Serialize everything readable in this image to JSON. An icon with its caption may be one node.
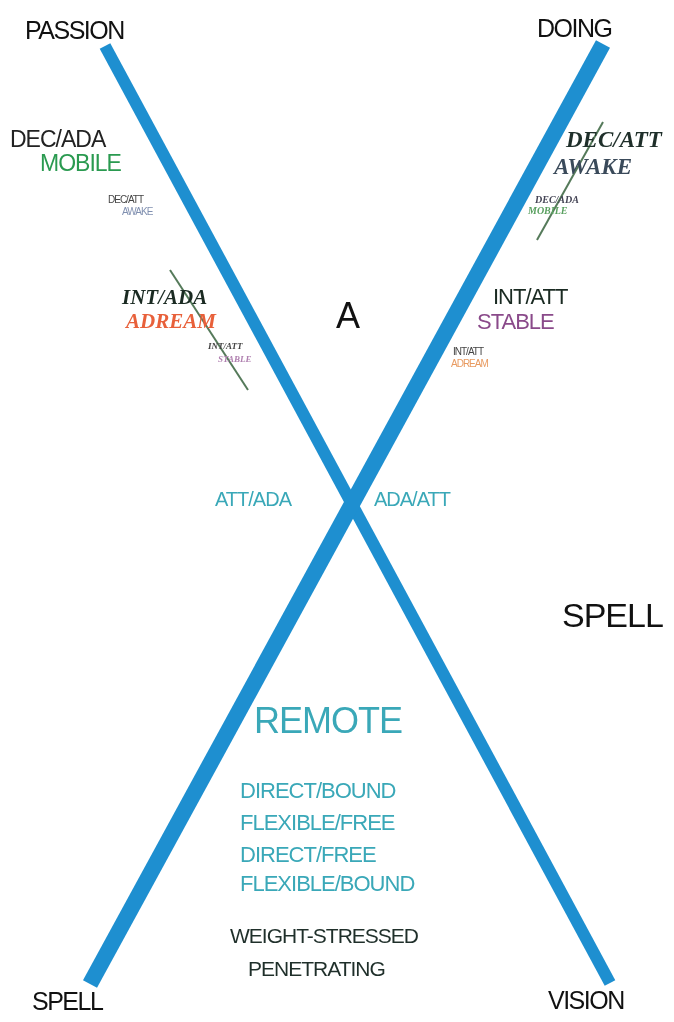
{
  "diagram": {
    "nodes": [
      {
        "text": [
          "PASSION"
        ]
      },
      {
        "text": [
          "DOING"
        ]
      },
      {
        "text": [
          "SPELL"
        ]
      },
      {
        "text": [
          "VISION"
        ]
      }
    ],
    "edges": [
      {
        "from": 0,
        "to": 3,
        "arrow": "none"
      },
      {
        "from": 1,
        "to": 2,
        "arrow": "none"
      }
    ],
    "labels": [
      "DEC/ADA",
      "MOBILE",
      "DEC/ATT",
      "AWAKE",
      "DEC/ATT",
      "AWAKE",
      "DEC/ADA",
      "MOBILE",
      "INT/ADA",
      "ADREAM",
      "A",
      "INT/ATT",
      "STABLE",
      "INT/ATT",
      "STABLE",
      "INT/ATT",
      "ADREAM",
      "ATT/ADA",
      "ADA/ATT",
      "SPELL",
      "REMOTE",
      "DIRECT/BOUND",
      "FLEXIBLE/FREE",
      "DIRECT/FREE",
      "FLEXIBLE/BOUND",
      "WEIGHT-STRESSED",
      "PENETRATING"
    ]
  }
}
